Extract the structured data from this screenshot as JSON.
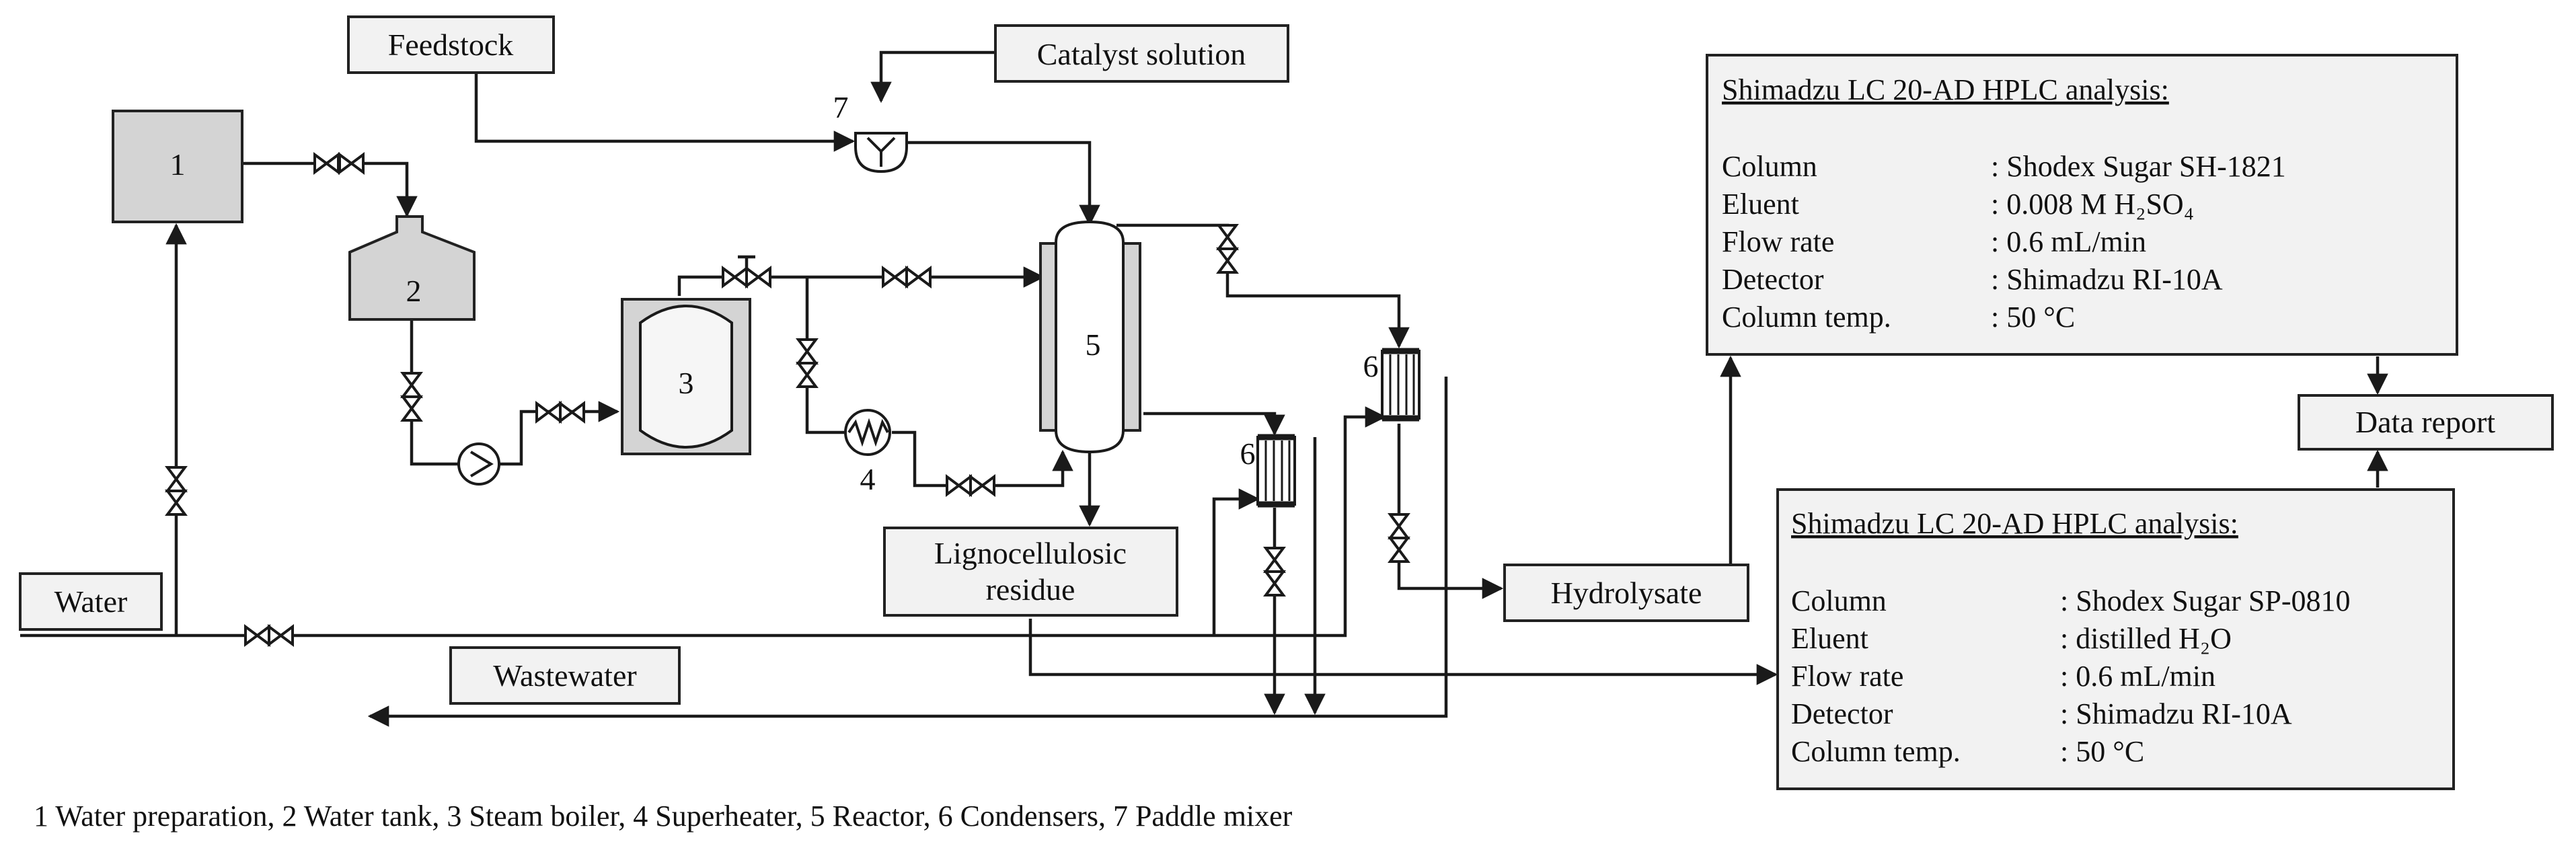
{
  "boxes": {
    "feedstock": "Feedstock",
    "catalyst": "Catalyst solution",
    "water": "Water",
    "wastewater": "Wastewater",
    "residue_line1": "Lignocellulosic",
    "residue_line2": "residue",
    "hydrolysate": "Hydrolysate",
    "data_report": "Data report"
  },
  "equipment_numbers": {
    "water_prep": "1",
    "water_tank": "2",
    "steam_boiler": "3",
    "superheater": "4",
    "reactor": "5",
    "condenser_a": "6",
    "condenser_b": "6",
    "paddle_mixer": "7"
  },
  "hplc_top": {
    "title": "Shimadzu LC 20-AD HPLC analysis:",
    "rows": [
      {
        "label": "Column",
        "value": ": Shodex Sugar SH-1821"
      },
      {
        "label": "Eluent",
        "value": ": 0.008 M H₂SO₄"
      },
      {
        "label": "Flow rate",
        "value": ": 0.6 mL/min"
      },
      {
        "label": "Detector",
        "value": ": Shimadzu RI-10A"
      },
      {
        "label": "Column temp.",
        "value": ": 50 °C"
      }
    ]
  },
  "hplc_bottom": {
    "title": "Shimadzu LC 20-AD HPLC analysis:",
    "rows": [
      {
        "label": "Column",
        "value": ": Shodex Sugar SP-0810"
      },
      {
        "label": "Eluent",
        "value": ": distilled H₂O"
      },
      {
        "label": "Flow rate",
        "value": ": 0.6 mL/min"
      },
      {
        "label": "Detector",
        "value": ": Shimadzu RI-10A"
      },
      {
        "label": "Column temp.",
        "value": ": 50 °C"
      }
    ]
  },
  "legend": "1 Water preparation, 2 Water tank, 3 Steam boiler, 4 Superheater, 5 Reactor, 6 Condensers, 7 Paddle mixer"
}
